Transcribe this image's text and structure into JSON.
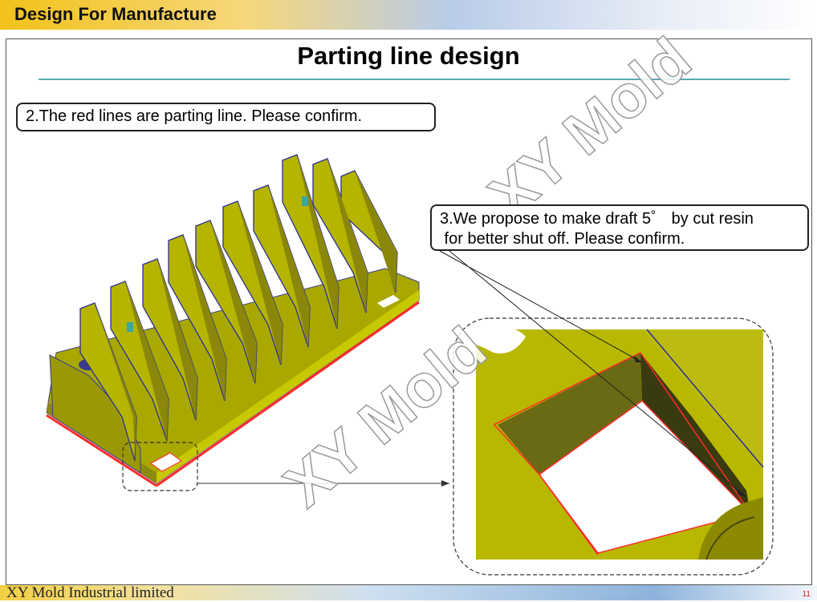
{
  "header": {
    "title": "Design For Manufacture"
  },
  "slide": {
    "title": "Parting line design"
  },
  "callouts": {
    "note2": "2.The red lines are parting line. Please confirm.",
    "note3_line1": "3.We propose to make draft 5゜ by cut resin",
    "note3_line2": " for better shut off. Please confirm."
  },
  "watermarks": [
    "XY Mold",
    "XY Mold"
  ],
  "footer": {
    "company": "XY Mold Industrial limited",
    "page": "11"
  },
  "colors": {
    "part": "#b3b300",
    "part_dark": "#6e6c10",
    "parting_line": "#ff2a2a",
    "edge": "#3030a0"
  }
}
